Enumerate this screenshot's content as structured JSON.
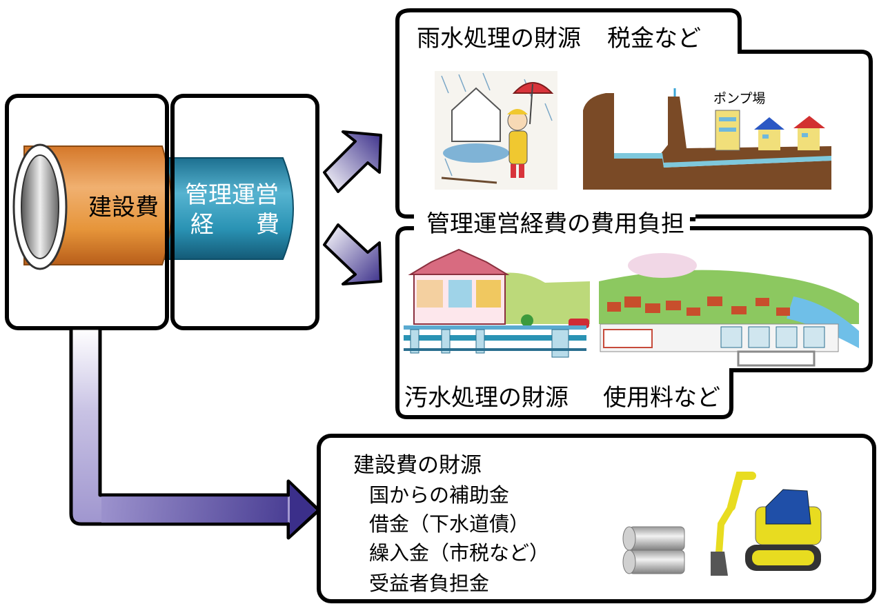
{
  "pipe": {
    "construction_label": "建設費",
    "operation_label_line1": "管理運営",
    "operation_label_line2_a": "経",
    "operation_label_line2_b": "費"
  },
  "cost_burden_title": "管理運営経費の費用負担",
  "stormwater": {
    "title": "雨水処理の財源",
    "source": "税金など",
    "pump_station_label": "ポンプ場"
  },
  "sewage": {
    "title": "汚水処理の財源",
    "source": "使用料など"
  },
  "construction_funding": {
    "title": "建設費の財源",
    "items": [
      "国からの補助金",
      "借金（下水道債）",
      "繰入金（市税など）",
      "受益者負担金"
    ]
  },
  "colors": {
    "frame": "#000000",
    "pipe_orange": "#e6953a",
    "pipe_teal": "#2a93b4",
    "arrow_purple": "#4a3f97"
  }
}
